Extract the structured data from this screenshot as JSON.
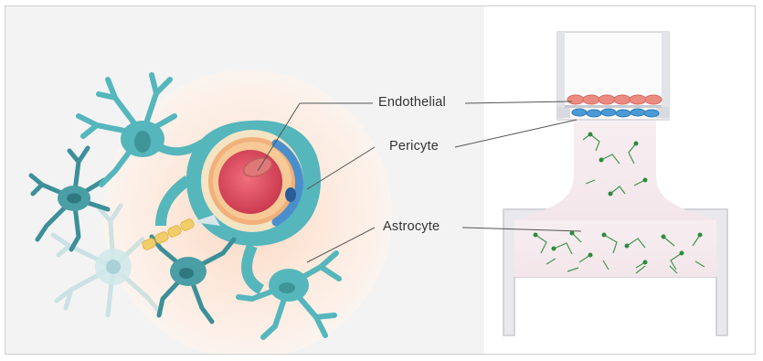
{
  "labels": {
    "endothelial": "Endothelial",
    "pericyte": "Pericyte",
    "astrocyte": "Astrocyte"
  },
  "colors": {
    "astrocyte_teal": "#4fb2b8",
    "astrocyte_dark": "#3a8f96",
    "vessel_red": "#d94a5e",
    "vessel_ring": "#f2b07a",
    "pericyte_blue": "#3e86c6",
    "insert_green": "#2e8b3e",
    "endothelial_pink": "#e8857c"
  }
}
